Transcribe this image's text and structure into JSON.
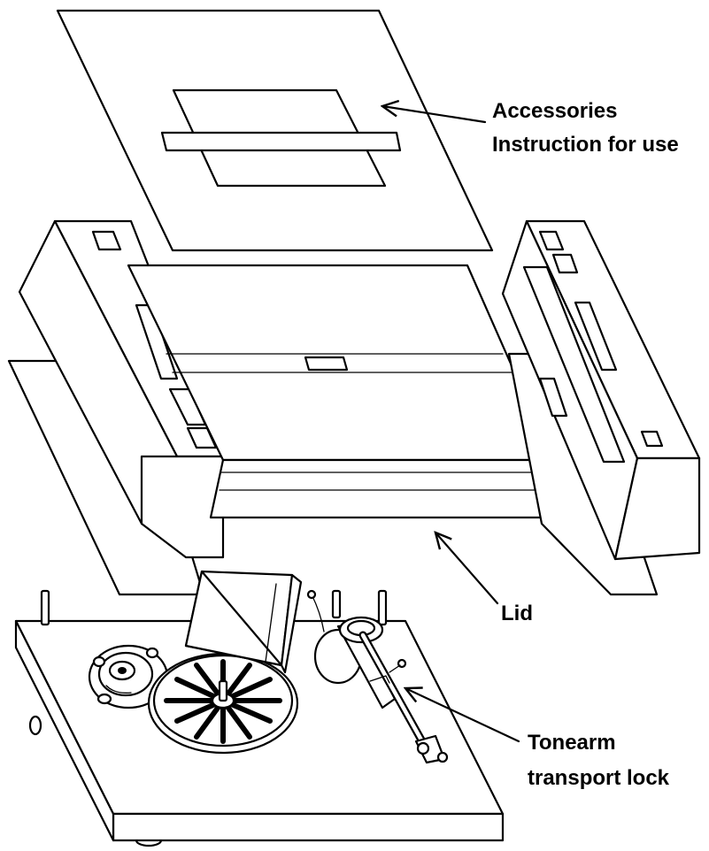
{
  "labels": {
    "accessories": "Accessories",
    "instruction": "Instruction for use",
    "lid": "Lid",
    "tonearm": "Tonearm",
    "transport_lock": "transport lock"
  },
  "colors": {
    "line": "#000000",
    "background": "#ffffff"
  }
}
